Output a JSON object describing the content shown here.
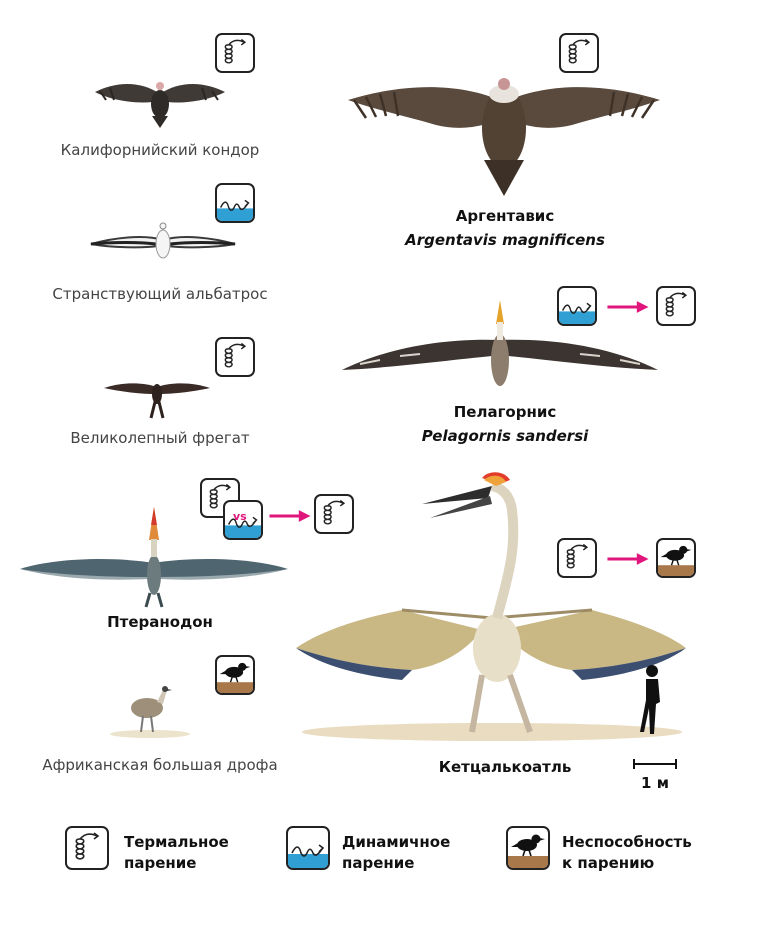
{
  "animals": {
    "condor": {
      "name": "Калифорнийский кондор"
    },
    "albatross": {
      "name": "Странствующий альбатрос"
    },
    "frigate": {
      "name": "Великолепный фрегат"
    },
    "pteranodon": {
      "name": "Птеранодон"
    },
    "bustard": {
      "name": "Африканская большая дрофа"
    },
    "argentavis": {
      "name": "Аргентавис",
      "latin": "Argentavis magnificens"
    },
    "pelagornis": {
      "name": "Пелагорнис",
      "latin": "Pelagornis sandersi"
    },
    "quetzalcoatlus": {
      "name": "Кетцалькоатль"
    }
  },
  "vs_label": "vs",
  "scale_label": "1 м",
  "legend": {
    "thermal": {
      "line1": "Термальное",
      "line2": "парение"
    },
    "dynamic": {
      "line1": "Динамичное",
      "line2": "парение"
    },
    "flightless": {
      "line1": "Неспособность",
      "line2": "к парению"
    }
  },
  "icons": {
    "thermal": "thermal-soaring-icon",
    "dynamic": "dynamic-soaring-icon",
    "flightless": "flightless-icon"
  },
  "colors": {
    "arrow": "#e0167d",
    "water": "#2f9fd4",
    "ground": "#a9784a",
    "border": "#222222"
  }
}
